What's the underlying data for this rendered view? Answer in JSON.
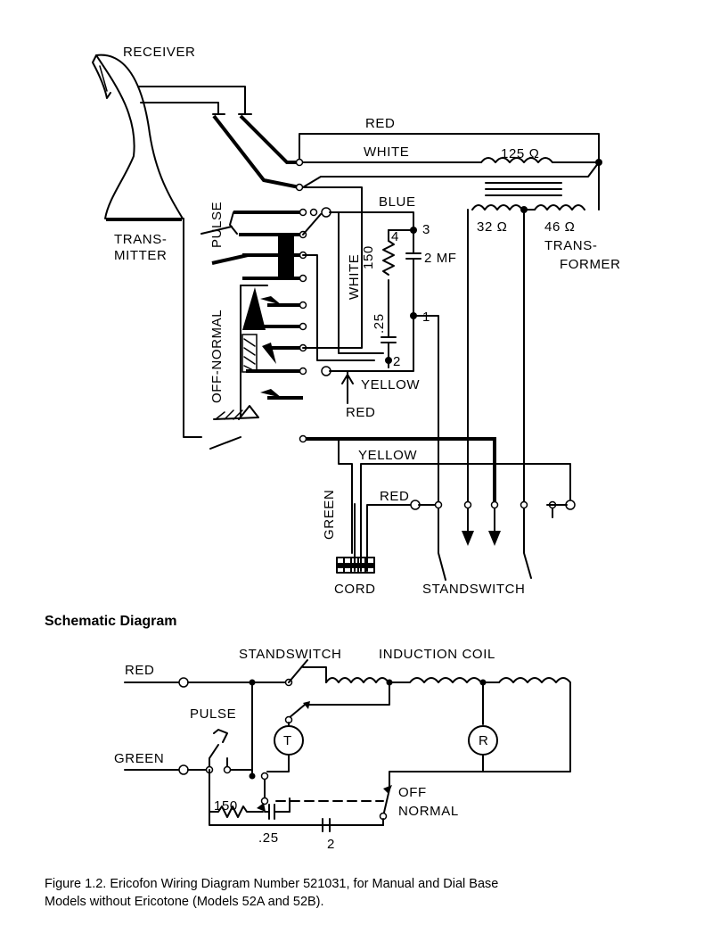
{
  "wiring": {
    "receiver": "RECEIVER",
    "transmitter_1": "TRANS-",
    "transmitter_2": "MITTER",
    "red": "RED",
    "white": "WHITE",
    "r125": "125 Ω",
    "blue": "BLUE",
    "pulse": "PULSE",
    "off_normal": "OFF-NORMAL",
    "r150": "150",
    "white_v": "WHITE",
    "t4": "4",
    "t3": "3",
    "t1": "1",
    "t2": "2",
    "c2mf": "2 MF",
    "c25": ".25",
    "yellow_1": "YELLOW",
    "red_2": "RED",
    "r32": "32 Ω",
    "r46": "46 Ω",
    "trans_1": "TRANS-",
    "trans_2": "FORMER",
    "yellow_2": "YELLOW",
    "green": "GREEN",
    "red_3": "RED",
    "cord": "CORD",
    "standswitch": "STANDSWITCH"
  },
  "schematic": {
    "heading": "Schematic Diagram",
    "standswitch": "STANDSWITCH",
    "induction_coil": "INDUCTION COIL",
    "red": "RED",
    "green": "GREEN",
    "pulse": "PULSE",
    "t": "T",
    "r": "R",
    "off": "OFF",
    "normal": "NORMAL",
    "r150": "150",
    "c25": ".25",
    "c2": "2"
  },
  "caption": {
    "line1": "Figure 1.2.  Ericofon Wiring Diagram Number 521031, for Manual and Dial Base",
    "line2": "Models without Ericotone (Models 52A and 52B)."
  }
}
